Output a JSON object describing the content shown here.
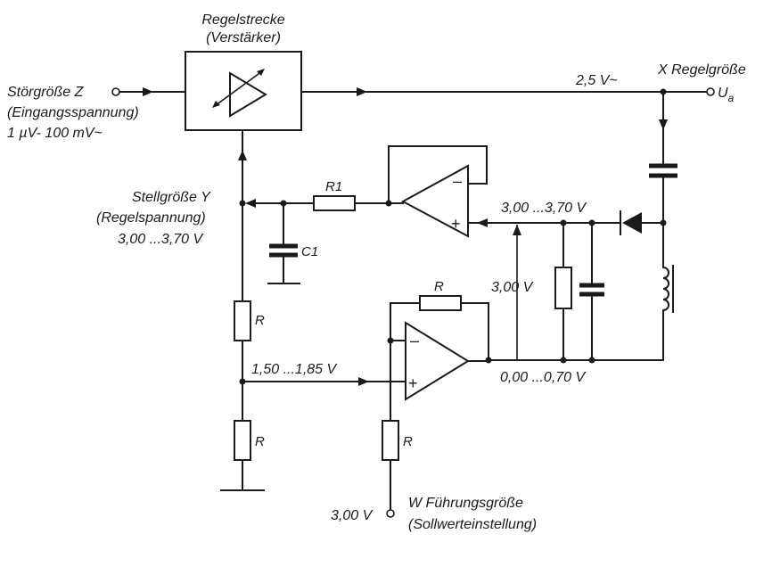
{
  "labels": {
    "plant_title": "Regelstrecke",
    "plant_subtitle": "(Verstärker)",
    "disturbance_name": "Störgröße Z",
    "disturbance_desc": "(Eingangsspannung)",
    "disturbance_range": "1 µV- 100 mV~",
    "output_voltage": "2,5 V~",
    "controlled_variable": "X Regelgröße",
    "output_symbol": "U",
    "output_subscript": "a",
    "manipulated_name": "Stellgröße Y",
    "manipulated_desc": "(Regelspannung)",
    "manipulated_range": "3,00 ...3,70 V",
    "rectified_range": "3,00 ...3,70 V",
    "offset_voltage": "3,00 V",
    "error_range": "0,00 ...0,70 V",
    "divider_range": "1,50 ...1,85 V",
    "reference_voltage": "3,00 V",
    "reference_name": "W Führungsgröße",
    "reference_desc": "(Sollwerteinstellung)"
  },
  "components": {
    "r1": "R1",
    "c1": "C1",
    "r_feedback": "R",
    "r_divider_top": "R",
    "r_divider_bottom": "R",
    "r_reference": "R",
    "opamp_minus": "–",
    "opamp_plus": "+"
  }
}
